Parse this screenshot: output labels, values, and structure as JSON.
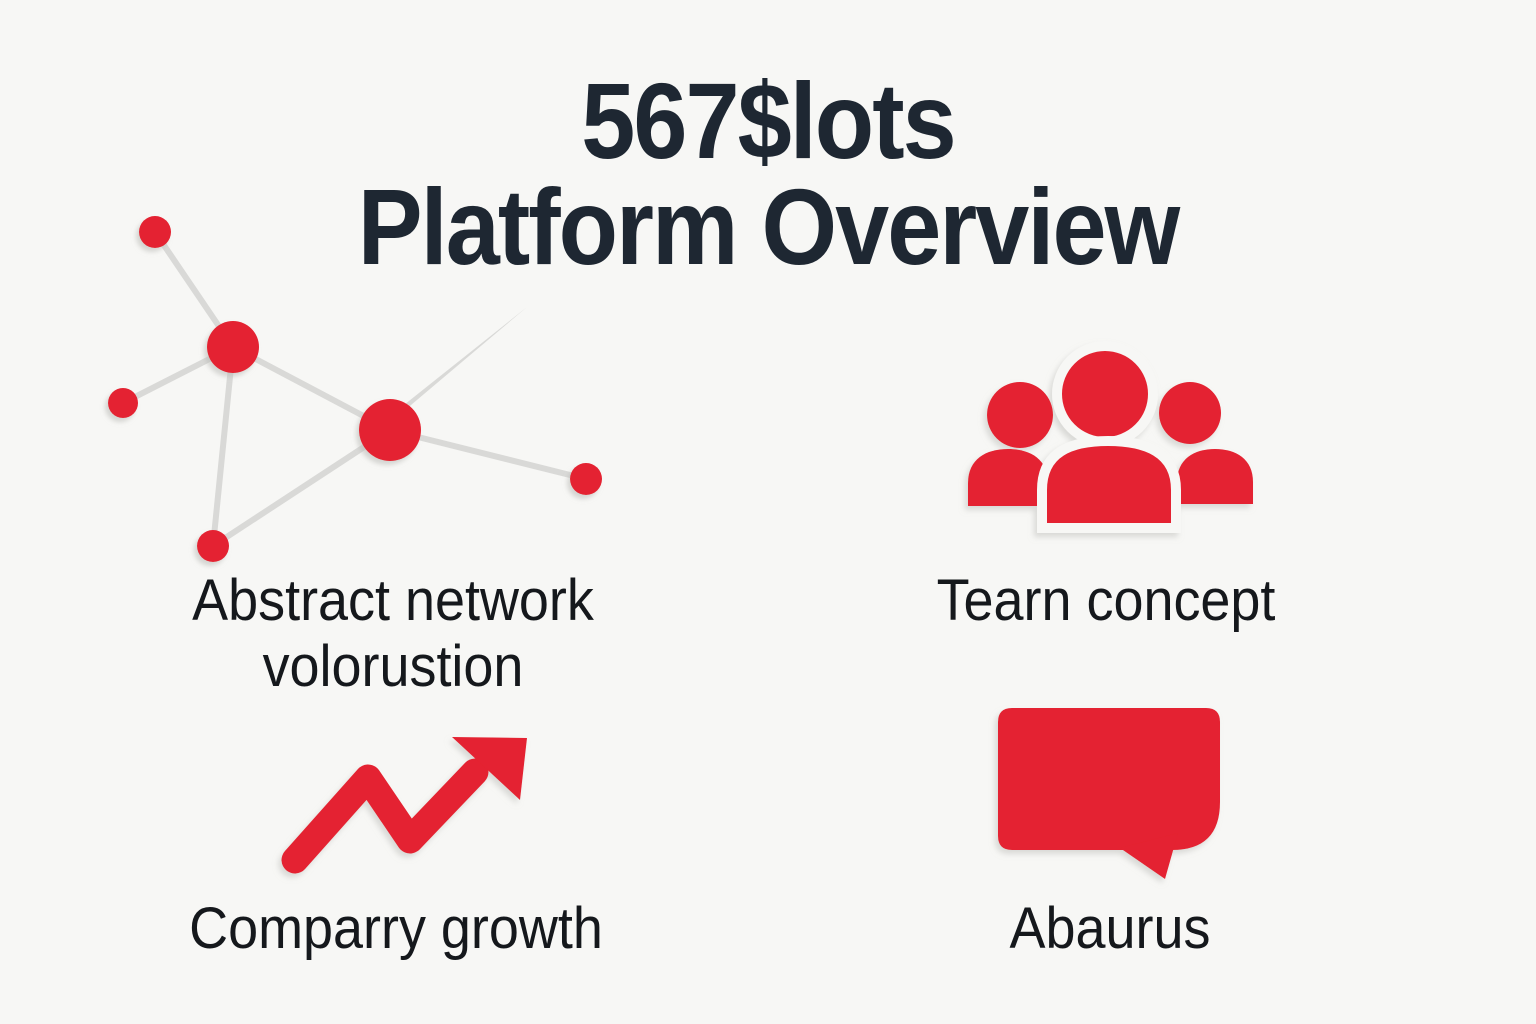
{
  "title": {
    "line1": "567$lots",
    "line2": "Platform Overview"
  },
  "sections": {
    "network": {
      "caption_line1": "Abstract network",
      "caption_line2": "volorustion",
      "icon": "network-graph-icon"
    },
    "team": {
      "caption": "Tearn concept",
      "icon": "team-icon"
    },
    "growth": {
      "caption": "Comparry growth",
      "icon": "growth-arrow-icon"
    },
    "chat": {
      "caption": "Abaurus",
      "icon": "speech-bubble-icon"
    }
  },
  "colors": {
    "accent_red": "#e42330",
    "connector_gray": "#d9d9d7",
    "title_ink": "#1e2732",
    "caption_ink": "#15181c",
    "background": "#f7f7f5"
  }
}
